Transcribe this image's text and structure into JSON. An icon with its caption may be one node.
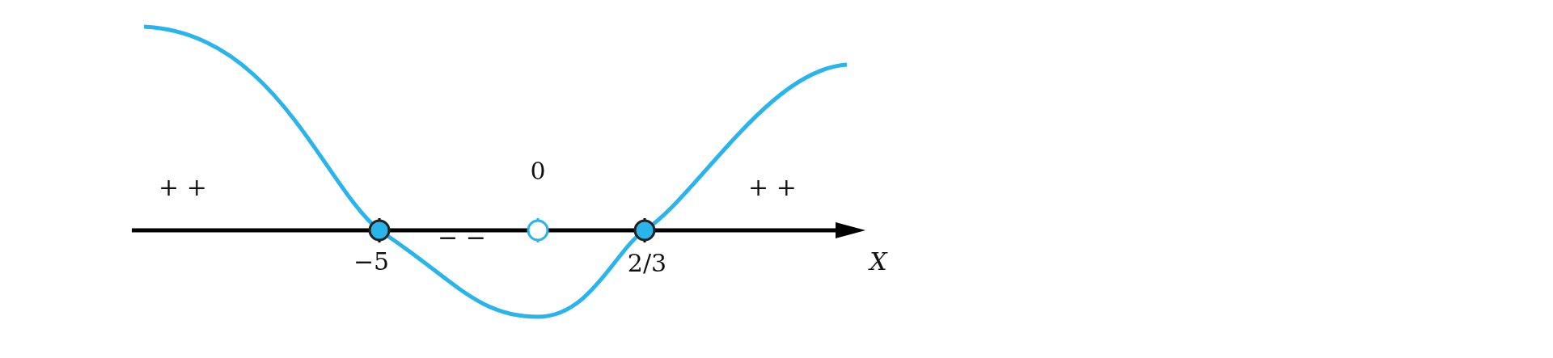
{
  "diagram": {
    "labels": [
      "+ +",
      "0",
      "− −",
      "−5",
      "2/3",
      "+ +",
      "X"
    ]
  }
}
